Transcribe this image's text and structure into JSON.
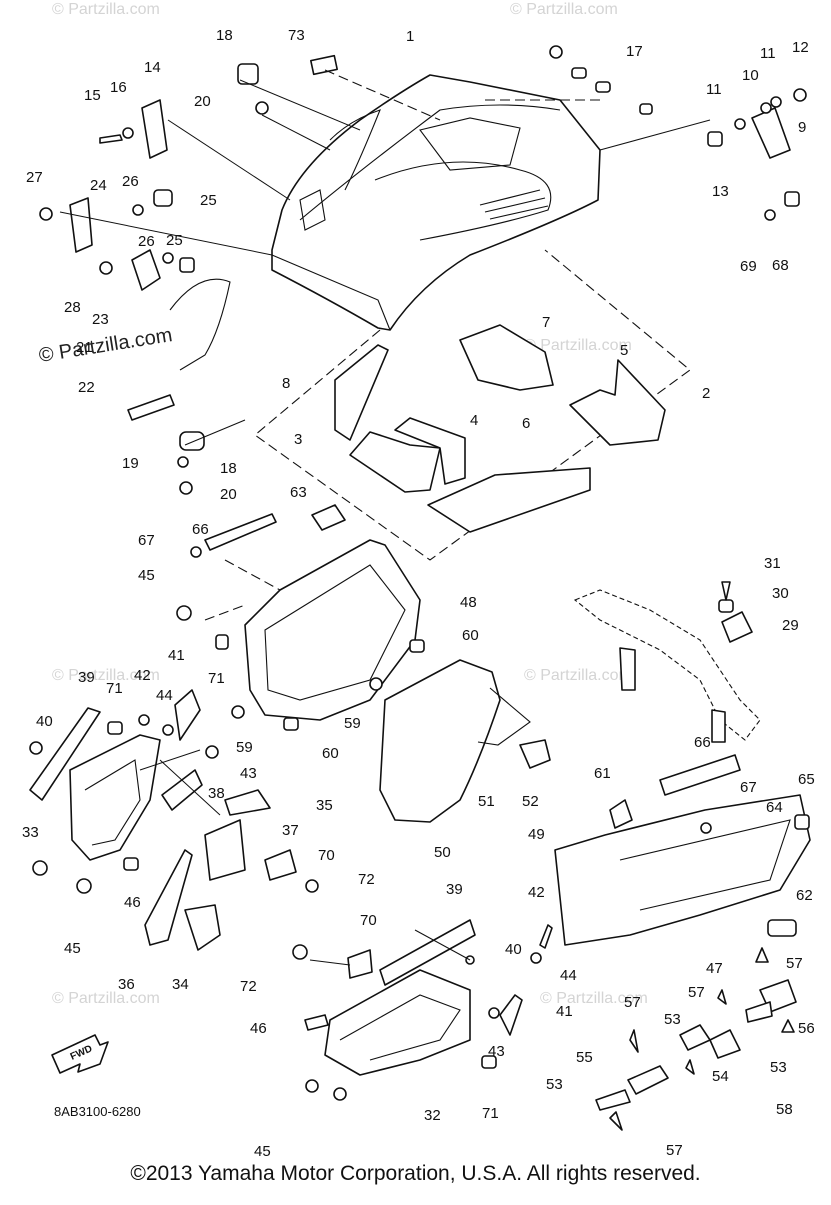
{
  "watermark": "© Partzilla.com",
  "watermark_dark": "© Partzilla.com",
  "diagram_code": "8AB3100-6280",
  "fwd_label": "FWD",
  "copyright": "©2013  Yamaha Motor Corporation, U.S.A. All rights reserved.",
  "callouts": [
    "1",
    "2",
    "3",
    "4",
    "5",
    "6",
    "7",
    "8",
    "9",
    "10",
    "11",
    "11",
    "12",
    "13",
    "14",
    "15",
    "16",
    "17",
    "18",
    "18",
    "19",
    "20",
    "20",
    "21",
    "22",
    "23",
    "24",
    "25",
    "25",
    "26",
    "26",
    "27",
    "28",
    "29",
    "30",
    "31",
    "32",
    "33",
    "34",
    "35",
    "36",
    "37",
    "38",
    "39",
    "39",
    "40",
    "40",
    "41",
    "41",
    "42",
    "42",
    "43",
    "43",
    "44",
    "44",
    "45",
    "45",
    "45",
    "46",
    "46",
    "47",
    "48",
    "49",
    "50",
    "51",
    "52",
    "53",
    "53",
    "53",
    "54",
    "55",
    "56",
    "57",
    "57",
    "57",
    "57",
    "58",
    "59",
    "59",
    "60",
    "60",
    "61",
    "62",
    "63",
    "64",
    "65",
    "66",
    "66",
    "67",
    "67",
    "68",
    "69",
    "70",
    "70",
    "71",
    "71",
    "71",
    "72",
    "72",
    "73"
  ]
}
